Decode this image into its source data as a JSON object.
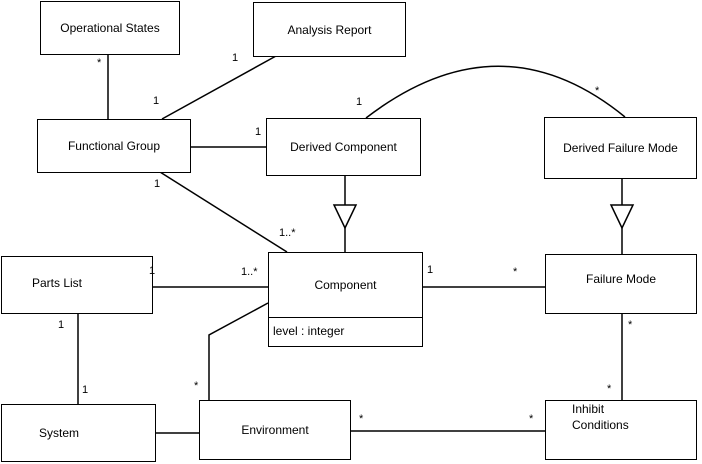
{
  "classes": {
    "operational_states": "Operational States",
    "analysis_report": "Analysis Report",
    "functional_group": "Functional Group",
    "derived_component": "Derived Component",
    "derived_failure_mode": "Derived Failure Mode",
    "parts_list": "Parts List",
    "component": "Component",
    "component_attribute": "level : integer",
    "failure_mode": "Failure Mode",
    "system": "System",
    "environment": "Environment",
    "inhibit_conditions_line1": "Inhibit",
    "inhibit_conditions_line2": "Conditions"
  },
  "multiplicities": {
    "opstates_fg": "*",
    "ar_fg_top": "1",
    "ar_fg_bottom": "1",
    "fg_dc": "1",
    "dc_dfm_left": "1",
    "dc_dfm_right": "*",
    "fg_comp_top": "1",
    "fg_comp_bottom": "1..*",
    "parts_comp_left": "1",
    "parts_comp_right": "1..*",
    "comp_fm_left": "1",
    "comp_fm_right": "*",
    "parts_sys_top": "1",
    "parts_sys_bottom": "1",
    "comp_env": "*",
    "fm_inhibit_top": "*",
    "fm_inhibit_bottom": "*",
    "env_inhibit_left": "*",
    "env_inhibit_right": "*"
  }
}
